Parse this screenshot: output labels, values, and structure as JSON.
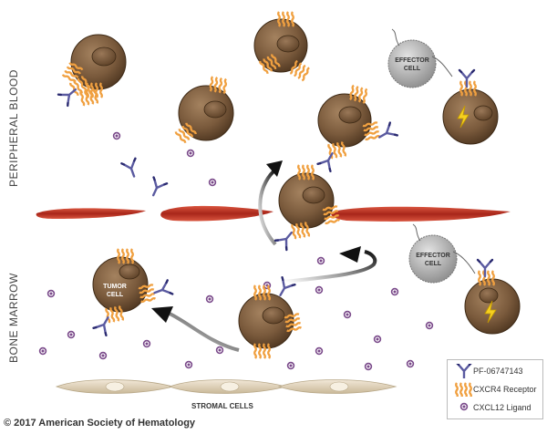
{
  "regions": {
    "peripheral_blood": "PERIPHERAL BLOOD",
    "bone_marrow": "BONE MARROW"
  },
  "labels": {
    "effector_cell_line1": "EFFECTOR",
    "effector_cell_line2": "CELL",
    "tumor_cell_line1": "TUMOR",
    "tumor_cell_line2": "CELL",
    "stromal_cells": "STROMAL CELLS"
  },
  "legend": {
    "items": [
      {
        "icon": "antibody-icon",
        "label": "PF-06747143"
      },
      {
        "icon": "receptor-icon",
        "label": "CXCR4 Receptor"
      },
      {
        "icon": "ligand-icon",
        "label": "CXCL12 Ligand"
      }
    ]
  },
  "copyright": "© 2017 American Society of Hematology",
  "colors": {
    "tumor_cell": "#7a5a3c",
    "receptor": "#f0a040",
    "antibody": "#5a5aa0",
    "ligand": "#7a4a8a",
    "vessel": "#b02a1c",
    "effector_cell": "#b8b8b8",
    "lightning": "#f5d020"
  }
}
